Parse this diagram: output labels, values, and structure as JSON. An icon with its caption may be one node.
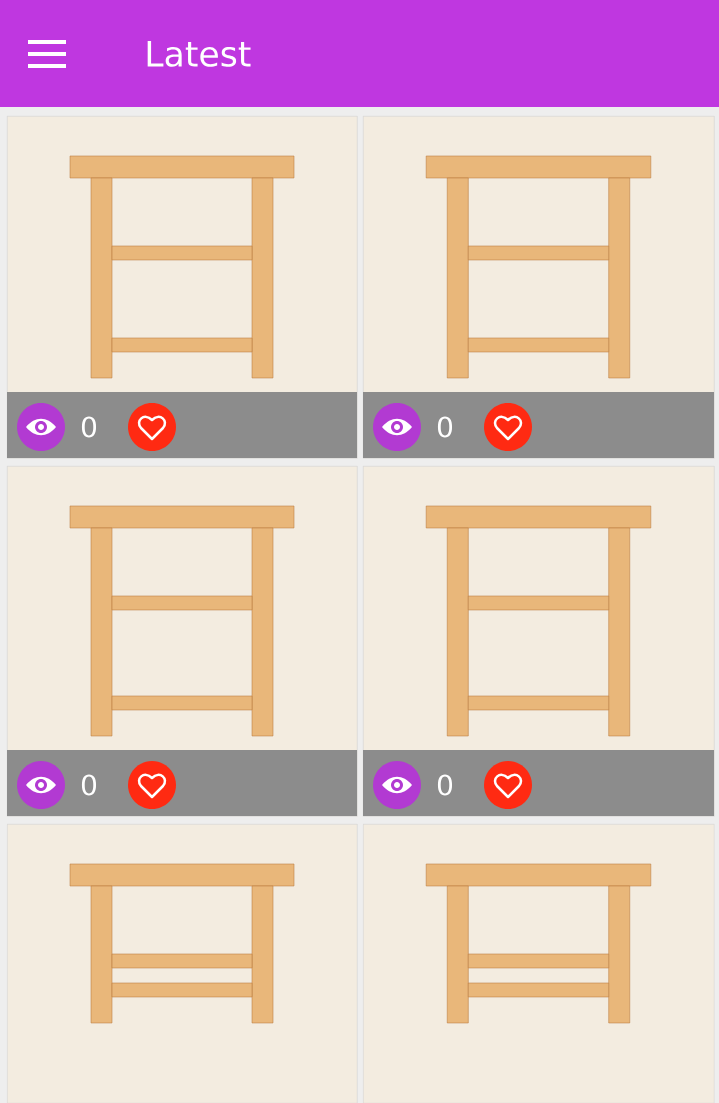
{
  "diagram": {
    "title": "Latest",
    "nodes": [
      {
        "text": [],
        "shape": "picture"
      },
      {
        "text": [],
        "shape": "picture"
      },
      {
        "text": [],
        "shape": "picture"
      },
      {
        "text": [],
        "shape": "picture"
      },
      {
        "text": [],
        "shape": "picture"
      },
      {
        "text": [],
        "shape": "picture"
      }
    ],
    "labels": [
      "0",
      "0",
      "0",
      "0"
    ]
  }
}
